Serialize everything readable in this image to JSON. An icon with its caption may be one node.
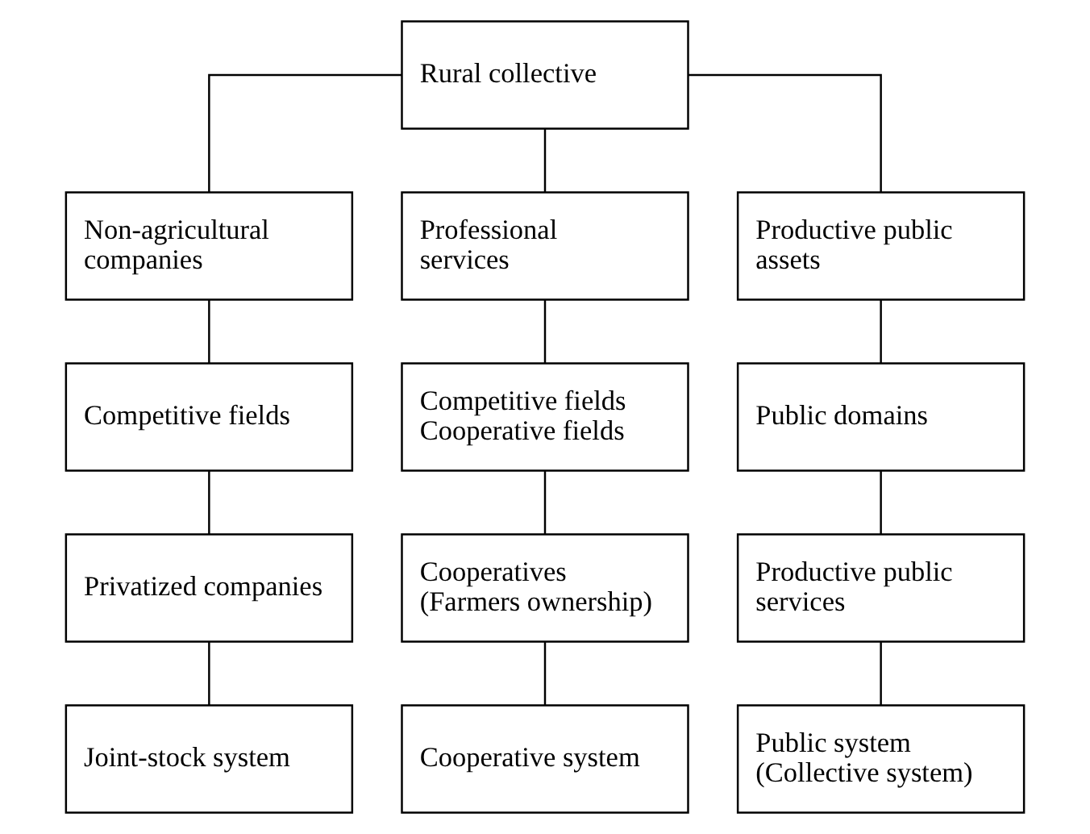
{
  "diagram": {
    "nodes": [
      {
        "text": [
          "Rural collective"
        ]
      },
      {
        "text": [
          "Non-agricultural companies"
        ]
      },
      {
        "text": [
          "Professional services"
        ]
      },
      {
        "text": [
          "Productive public assets"
        ]
      },
      {
        "text": [
          "Competitive fields"
        ]
      },
      {
        "text": [
          "Competitive fields",
          "Cooperative fields"
        ]
      },
      {
        "text": [
          "Public domains"
        ]
      },
      {
        "text": [
          "Privatized companies"
        ]
      },
      {
        "text": [
          "Cooperatives (Farmers ownership)"
        ]
      },
      {
        "text": [
          "Productive public services"
        ]
      },
      {
        "text": [
          "Joint-stock system"
        ]
      },
      {
        "text": [
          "Cooperative system"
        ]
      },
      {
        "text": [
          "Public system (Collective system)"
        ]
      }
    ],
    "edges": [
      {
        "from": 0,
        "to": 1,
        "arrow": "none"
      },
      {
        "from": 0,
        "to": 2,
        "arrow": "none"
      },
      {
        "from": 0,
        "to": 3,
        "arrow": "none"
      },
      {
        "from": 1,
        "to": 4,
        "arrow": "none"
      },
      {
        "from": 2,
        "to": 5,
        "arrow": "none"
      },
      {
        "from": 3,
        "to": 6,
        "arrow": "none"
      },
      {
        "from": 4,
        "to": 7,
        "arrow": "none"
      },
      {
        "from": 5,
        "to": 8,
        "arrow": "none"
      },
      {
        "from": 6,
        "to": 9,
        "arrow": "none"
      },
      {
        "from": 7,
        "to": 10,
        "arrow": "none"
      },
      {
        "from": 8,
        "to": 11,
        "arrow": "none"
      },
      {
        "from": 9,
        "to": 12,
        "arrow": "none"
      }
    ]
  }
}
